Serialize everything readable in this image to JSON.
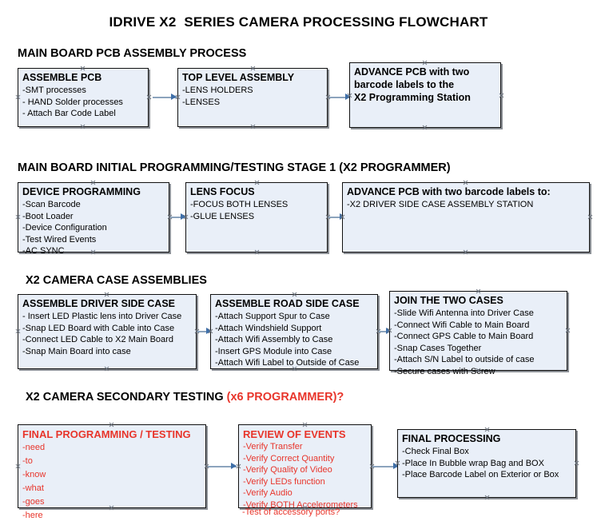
{
  "document": {
    "title": "IDRIVE X2  SERIES CAMERA PROCESSING FLOWCHART",
    "accent_color": "#e8352b",
    "box_fill": "#e9eff8",
    "arrow_color": "#8ca4bd",
    "arrow_head_color": "#3f6fa8"
  },
  "sections": [
    {
      "id": "main-board-pcb-assembly",
      "heading": "MAIN BOARD PCB ASSEMBLY PROCESS",
      "heading_accent": "",
      "boxes": [
        {
          "id": "assemble-pcb",
          "title": "ASSEMBLE PCB",
          "lines": [
            " -SMT processes",
            "- HAND Solder processes",
            "- Attach Bar Code Label"
          ],
          "red": false
        },
        {
          "id": "top-level-assembly",
          "title": "TOP LEVEL ASSEMBLY",
          "lines": [
            "-LENS HOLDERS",
            "-LENSES"
          ],
          "red": false
        },
        {
          "id": "advance-pcb-x2-programming-station",
          "title": "ADVANCE PCB with two",
          "lines": [
            "barcode labels to the",
            " X2 Programming Station"
          ],
          "red": false,
          "all_bold": true
        }
      ]
    },
    {
      "id": "main-board-initial-programming",
      "heading": "MAIN BOARD INITIAL PROGRAMMING/TESTING STAGE 1 (X2 PROGRAMMER)",
      "heading_accent": "",
      "boxes": [
        {
          "id": "device-programming",
          "title": "DEVICE PROGRAMMING",
          "lines": [
            "-Scan Barcode",
            "-Boot Loader",
            "-Device Configuration",
            "-Test Wired Events",
            "-AC SYNC"
          ],
          "red": false
        },
        {
          "id": "lens-focus",
          "title": "LENS FOCUS",
          "lines": [
            "-FOCUS BOTH LENSES",
            "-GLUE LENSES"
          ],
          "red": false
        },
        {
          "id": "advance-pcb-driver-side-case-station",
          "title": "ADVANCE PCB with two barcode labels to:",
          "lines": [
            "-X2 DRIVER  SIDE  CASE  ASSEMBLY STATION"
          ],
          "red": false
        }
      ]
    },
    {
      "id": "x2-camera-case-assemblies",
      "heading": "X2 CAMERA CASE ASSEMBLIES",
      "heading_accent": "",
      "boxes": [
        {
          "id": "assemble-driver-side-case",
          "title": "ASSEMBLE DRIVER SIDE CASE",
          "lines": [
            "- Insert LED Plastic lens into Driver Case",
            "-Snap LED Board with Cable into Case",
            "-Connect LED Cable to X2 Main Board",
            "-Snap Main Board into case"
          ],
          "red": false
        },
        {
          "id": "assemble-road-side-case",
          "title": "ASSEMBLE ROAD SIDE CASE",
          "lines": [
            "-Attach Support Spur to Case",
            "-Attach Windshield Support",
            "-Attach Wifi Assembly to Case",
            "-Insert GPS Module into Case",
            "-Attach Wifi Label to Outside of Case"
          ],
          "red": false
        },
        {
          "id": "join-the-two-cases",
          "title": "JOIN THE TWO CASES",
          "lines": [
            "-Slide Wifi Antenna into Driver Case",
            "-Connect Wifi Cable to Main Board",
            "-Connect GPS Cable to Main Board",
            "-Snap Cases Together",
            "-Attach S/N Label to outside of case",
            "-Secure cases with Screw"
          ],
          "red": false
        }
      ]
    },
    {
      "id": "x2-camera-secondary-testing",
      "heading": "X2 CAMERA SECONDARY TESTING ",
      "heading_accent": "(x6 PROGRAMMER)?",
      "boxes": [
        {
          "id": "final-programming-testing",
          "title": "FINAL PROGRAMMING / TESTING",
          "lines": [
            "-need",
            "-to",
            "-know",
            "-what",
            "-goes",
            "-here"
          ],
          "red": true
        },
        {
          "id": "review-of-events",
          "title": "REVIEW OF EVENTS",
          "lines": [
            "-Verify Transfer",
            "-Verify Correct Quantity",
            "-Verify Quality of Video",
            "-Verify LEDs function",
            "-Verify Audio",
            "-Verify BOTH Accelerometers"
          ],
          "overflow_line": "-Test of accessory ports?",
          "red": true
        },
        {
          "id": "final-processing",
          "title": "FINAL PROCESSING",
          "lines": [
            " -Check Final Box",
            "-Place In Bubble wrap Bag and BOX",
            "-Place Barcode Label on Exterior or Box"
          ],
          "red": false
        }
      ]
    }
  ]
}
